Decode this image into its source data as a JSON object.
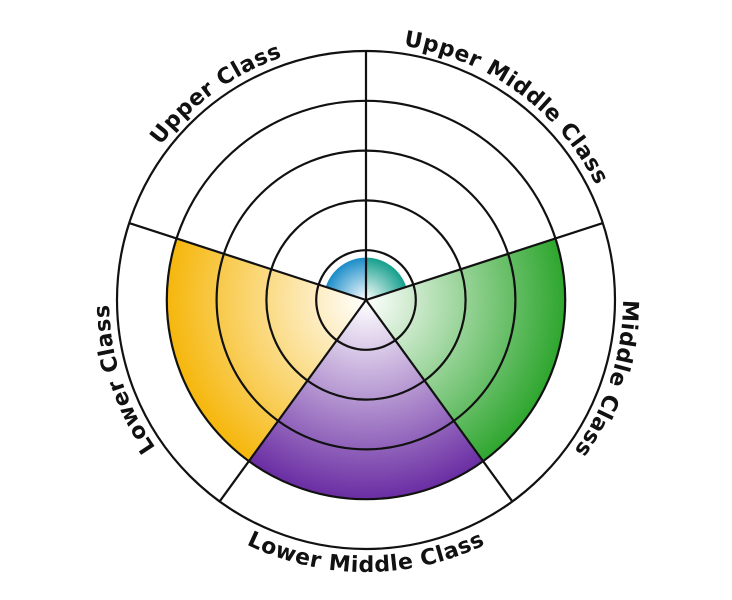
{
  "chart_data": {
    "type": "polar-area",
    "title": "",
    "categories": [
      "Upper Middle Class",
      "Middle Class",
      "Lower Middle Class",
      "Lower Class",
      "Upper Class"
    ],
    "values": [
      0.85,
      4,
      4,
      4,
      0.85
    ],
    "colors": [
      "#149f8d",
      "#2ea62e",
      "#6a2da3",
      "#f6b70c",
      "#1a8dc8"
    ],
    "rlim": [
      0,
      5
    ],
    "rings": [
      1,
      2,
      3,
      4,
      5
    ],
    "grid": true
  }
}
